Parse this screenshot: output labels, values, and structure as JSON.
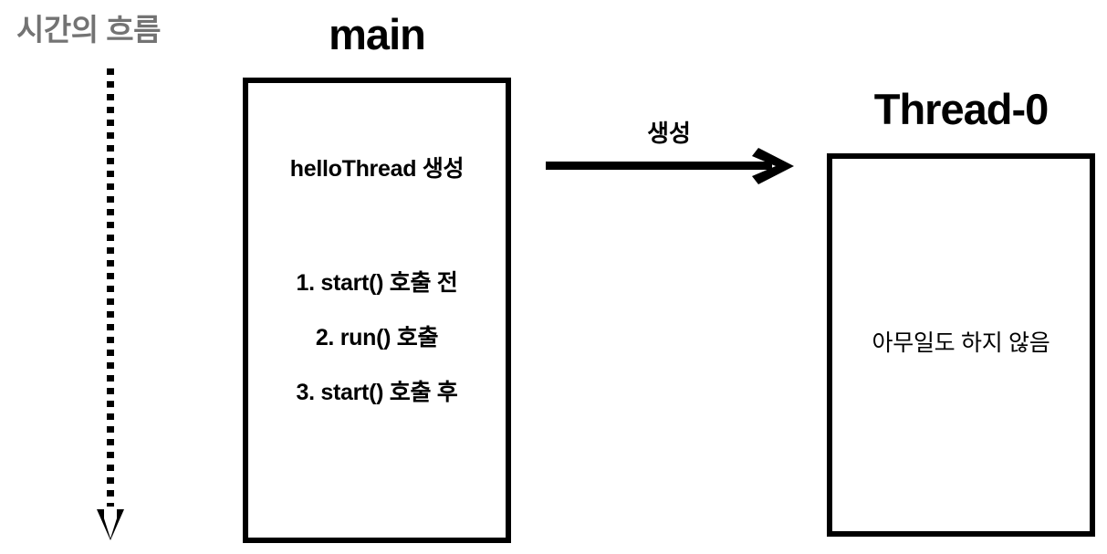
{
  "diagram": {
    "timeline": {
      "label": "시간의 흐름",
      "label_color": "#737373",
      "arrow_style": "dotted-down",
      "arrow_name": "time-flow-arrow"
    },
    "main_thread": {
      "title": "main",
      "create_line": "helloThread 생성",
      "steps": [
        "1. start() 호출 전",
        "2. run() 호출",
        "3. start() 호출 후"
      ]
    },
    "create_arrow": {
      "label": "생성",
      "direction": "right"
    },
    "worker_thread": {
      "title": "Thread-0",
      "body_text": "아무일도 하지 않음"
    },
    "colors": {
      "stroke": "#000000",
      "background": "#ffffff",
      "muted_text": "#737373"
    }
  }
}
